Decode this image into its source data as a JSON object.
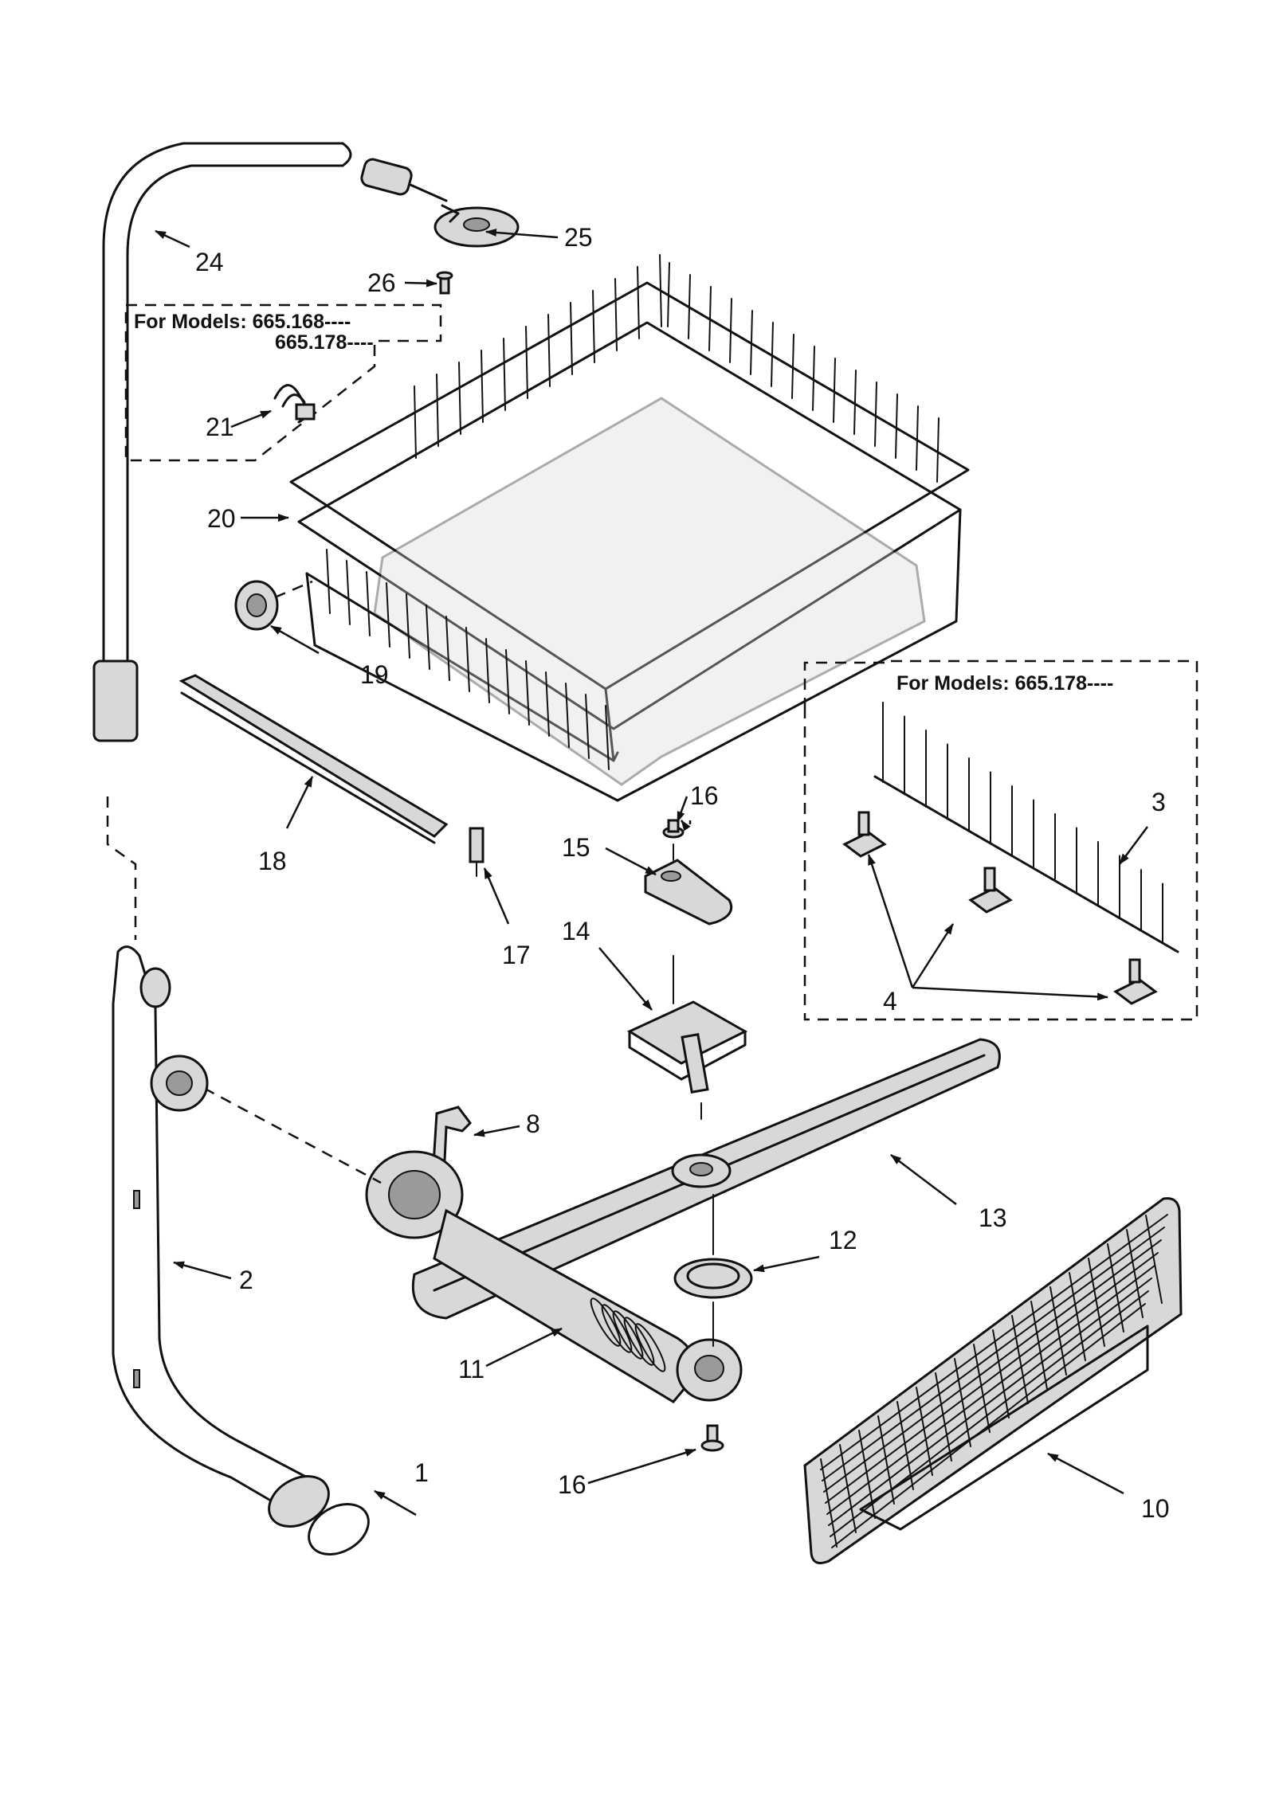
{
  "notes": {
    "models_upper_line1": "For Models: 665.168----",
    "models_upper_line2": "665.178----",
    "models_right": "For Models: 665.178----"
  },
  "callouts": {
    "c1": "1",
    "c2": "2",
    "c3": "3",
    "c4": "4",
    "c8": "8",
    "c10": "10",
    "c11": "11",
    "c12": "12",
    "c13": "13",
    "c14": "14",
    "c15": "15",
    "c16a": "16",
    "c16b": "16",
    "c17": "17",
    "c18": "18",
    "c19": "19",
    "c20": "20",
    "c21": "21",
    "c24": "24",
    "c25": "25",
    "c26": "26"
  }
}
